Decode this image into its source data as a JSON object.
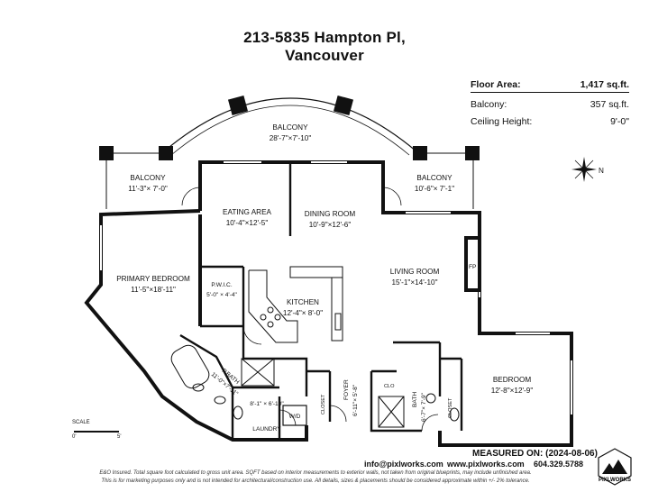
{
  "header": {
    "title_line1": "213-5835 Hampton Pl,",
    "title_line2": "Vancouver"
  },
  "area_table": {
    "floor_area_label": "Floor Area:",
    "floor_area_value": "1,417 sq.ft.",
    "balcony_label": "Balcony:",
    "balcony_value": "357 sq.ft.",
    "ceiling_label": "Ceiling Height:",
    "ceiling_value": "9'-0\""
  },
  "compass": {
    "label": "N",
    "icon": "compass-icon"
  },
  "rooms": {
    "balcony_top": {
      "name": "BALCONY",
      "dims": "28'-7\"×7'-10\""
    },
    "balcony_left": {
      "name": "BALCONY",
      "dims": "11'-3\"× 7'-0\""
    },
    "balcony_right": {
      "name": "BALCONY",
      "dims": "10'-6\"× 7'-1\""
    },
    "eating": {
      "name": "EATING AREA",
      "dims": "10'-4\"×12'-5\""
    },
    "dining": {
      "name": "DINING ROOM",
      "dims": "10'-9\"×12'-6\""
    },
    "primary": {
      "name": "PRIMARY BEDROOM",
      "dims": "11'-5\"×18'-11\""
    },
    "pwic": {
      "name": "P.W.I.C.",
      "dims": "5'-0\" × 4'-4\""
    },
    "kitchen": {
      "name": "KITCHEN",
      "dims": "12'-4\"× 8'-0\""
    },
    "living": {
      "name": "LIVING ROOM",
      "dims": "15'-1\"×14'-10\""
    },
    "fp": {
      "name": "FP"
    },
    "pbath": {
      "name": "P.BATH",
      "dims": "11'-0\"×7'-11\""
    },
    "laundry": {
      "name": "LAUNDRY",
      "dims": "8'-1\" × 6'-10\""
    },
    "wd": {
      "name": "W/D"
    },
    "closet1": {
      "name": "CLOSET"
    },
    "foyer": {
      "name": "FOYER",
      "dims": "6'-11\"× 5'-8\""
    },
    "clo": {
      "name": "CLO"
    },
    "bath": {
      "name": "BATH",
      "dims": "6'-7\"× 7'-9\""
    },
    "closet2": {
      "name": "CLOSET"
    },
    "bedroom": {
      "name": "BEDROOM",
      "dims": "12'-8\"×12'-9\""
    }
  },
  "scale": {
    "label": "SCALE",
    "start": "0'",
    "end": "5'"
  },
  "footer": {
    "measured_on": "MEASURED ON: (2024-08-06)",
    "email": "info@pixlworks.com",
    "website": "www.pixlworks.com",
    "phone": "604.329.5788",
    "disclaimer_line1": "E&O Insured. Total square foot calculated to gross unit area. SQFT based on interior measurements to exterior walls, not taken from original blueprints, may include unfinished area.",
    "disclaimer_line2": "This is for marketing purposes only and is not intended for architectural/construction use. All details, sizes & placements should be considered approximate within +/- 2% tolerance.",
    "logo_text": "PIXLWORKS"
  },
  "colors": {
    "wall": "#111111",
    "background": "#ffffff"
  }
}
